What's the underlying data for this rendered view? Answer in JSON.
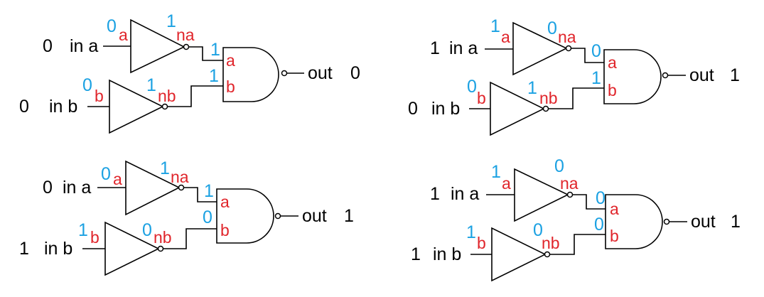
{
  "colors": {
    "wire": "#000000",
    "port_label": "#e0252b",
    "signal_value": "#1ba1e2",
    "io_text": "#000000"
  },
  "labels": {
    "in_a": "in a",
    "in_b": "in b",
    "out": "out",
    "inv_a_in": "a",
    "inv_b_in": "b",
    "not_a": "na",
    "not_b": "nb",
    "and_a": "a",
    "and_b": "b"
  },
  "circuits": [
    {
      "in_a": "0",
      "in_b": "0",
      "inv_a_in": "0",
      "inv_b_in": "0",
      "na": "1",
      "nb": "1",
      "and_a": "1",
      "and_b": "1",
      "out": "0"
    },
    {
      "in_a": "1",
      "in_b": "0",
      "inv_a_in": "1",
      "inv_b_in": "0",
      "na": "0",
      "nb": "1",
      "and_a": "0",
      "and_b": "1",
      "out": "1"
    },
    {
      "in_a": "0",
      "in_b": "1",
      "inv_a_in": "0",
      "inv_b_in": "1",
      "na": "1",
      "nb": "0",
      "and_a": "1",
      "and_b": "0",
      "out": "1"
    },
    {
      "in_a": "1",
      "in_b": "1",
      "inv_a_in": "1",
      "inv_b_in": "1",
      "na": "0",
      "nb": "0",
      "and_a": "0",
      "and_b": "0",
      "out": "1"
    }
  ]
}
